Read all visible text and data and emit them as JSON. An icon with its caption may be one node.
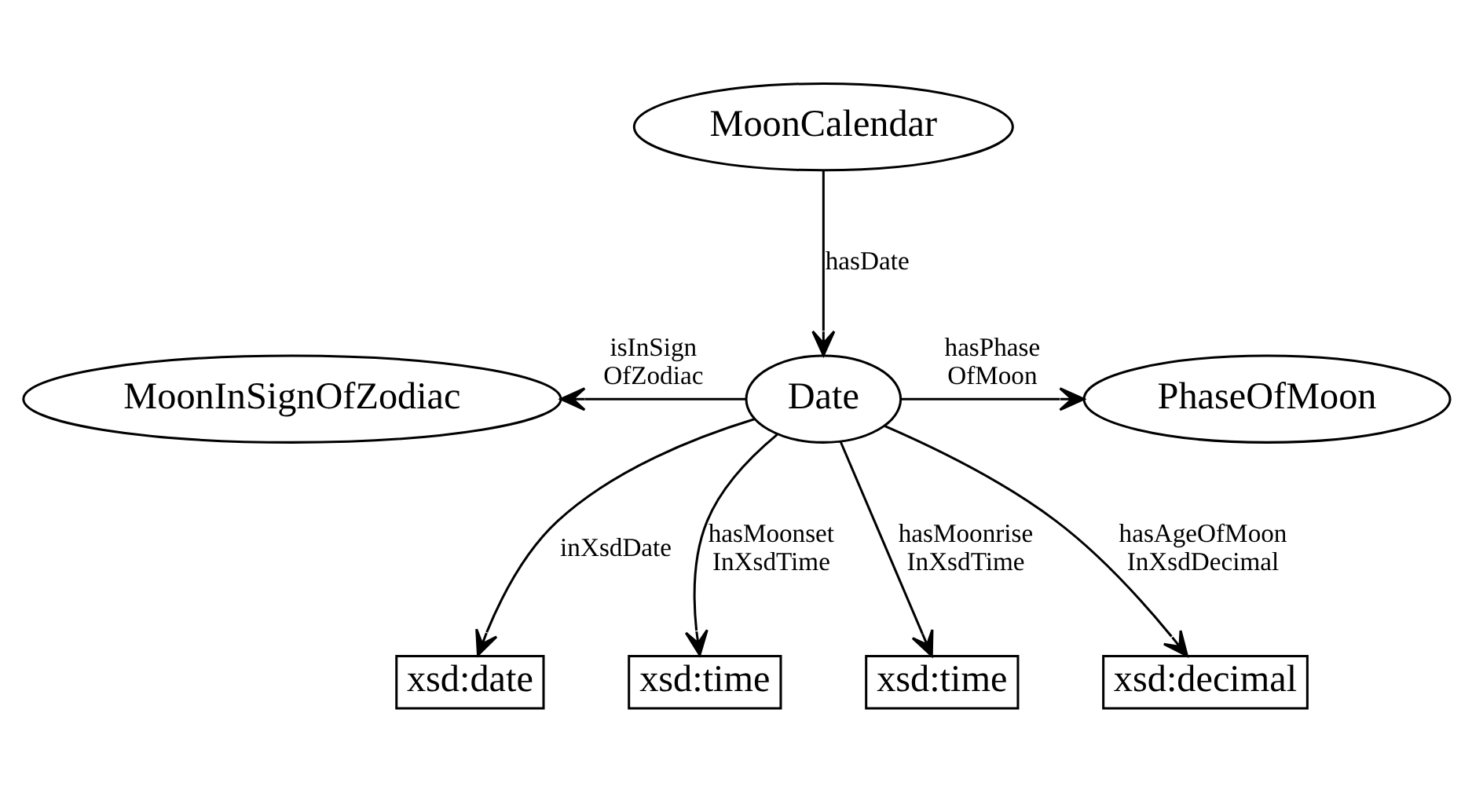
{
  "diagram": {
    "nodes": [
      {
        "text": [
          "MoonCalendar"
        ]
      },
      {
        "text": [
          "Date"
        ]
      },
      {
        "text": [
          "MoonInSignOfZodiac"
        ]
      },
      {
        "text": [
          "PhaseOfMoon"
        ]
      },
      {
        "text": [
          "xsd:date"
        ]
      },
      {
        "text": [
          "xsd:time"
        ]
      },
      {
        "text": [
          "xsd:time"
        ]
      },
      {
        "text": [
          "xsd:decimal"
        ]
      }
    ],
    "edges": [
      {
        "from": 0,
        "to": 1,
        "arrow": "to",
        "label": "hasDate"
      },
      {
        "from": 1,
        "to": 2,
        "arrow": "to",
        "label": "isInSign OfZodiac"
      },
      {
        "from": 1,
        "to": 3,
        "arrow": "to",
        "label": "hasPhase OfMoon"
      },
      {
        "from": 1,
        "to": 4,
        "arrow": "to",
        "label": "inXsdDate"
      },
      {
        "from": 1,
        "to": 5,
        "arrow": "to",
        "label": "hasMoonset InXsdTime"
      },
      {
        "from": 1,
        "to": 6,
        "arrow": "to",
        "label": "hasMoonrise InXsdTime"
      },
      {
        "from": 1,
        "to": 7,
        "arrow": "to",
        "label": "hasAgeOfMoon InXsdDecimal"
      }
    ]
  }
}
